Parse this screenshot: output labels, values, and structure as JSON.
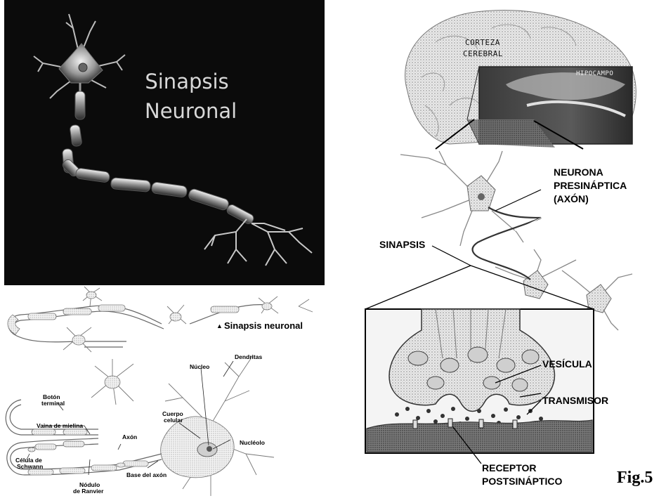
{
  "top_left_panel": {
    "title_line1": "Sinapsis",
    "title_line2": "Neuronal"
  },
  "bottom_left_panel": {
    "caption": "Sinapsis neuronal",
    "caption_marker": "▲",
    "labels": {
      "dendritas": "Dendritas",
      "nucleo": "Núcleo",
      "boton": "Botón",
      "terminal": "terminal",
      "vaina": "Vaina de mielina",
      "axon": "Axón",
      "cuerpo": "Cuerpo",
      "celular": "celular",
      "nucleolo": "Nucléolo",
      "celula_de": "Célula de",
      "schwann": "Schwann",
      "nodulo": "Nódulo",
      "de_ranvier": "de Ranvier",
      "base": "Base del axón"
    }
  },
  "right_panel": {
    "corteza": "CORTEZA",
    "cerebral": "CEREBRAL",
    "hipocampo": "HIPOCAMPO",
    "neurona": "NEURONA",
    "presinaptica": "PRESINÁPTICA",
    "axon": "(AXÓN)",
    "sinapsis": "SINAPSIS",
    "vesicula": "VESÍCULA",
    "transmisor": "TRANSMISOR",
    "receptor": "RECEPTOR",
    "postsinaptico": "POSTSINÁPTICO"
  },
  "figure_label": "Fig.5",
  "colors": {
    "dark_panel": "#0b0b0b",
    "title_text": "#d8d8d8"
  }
}
